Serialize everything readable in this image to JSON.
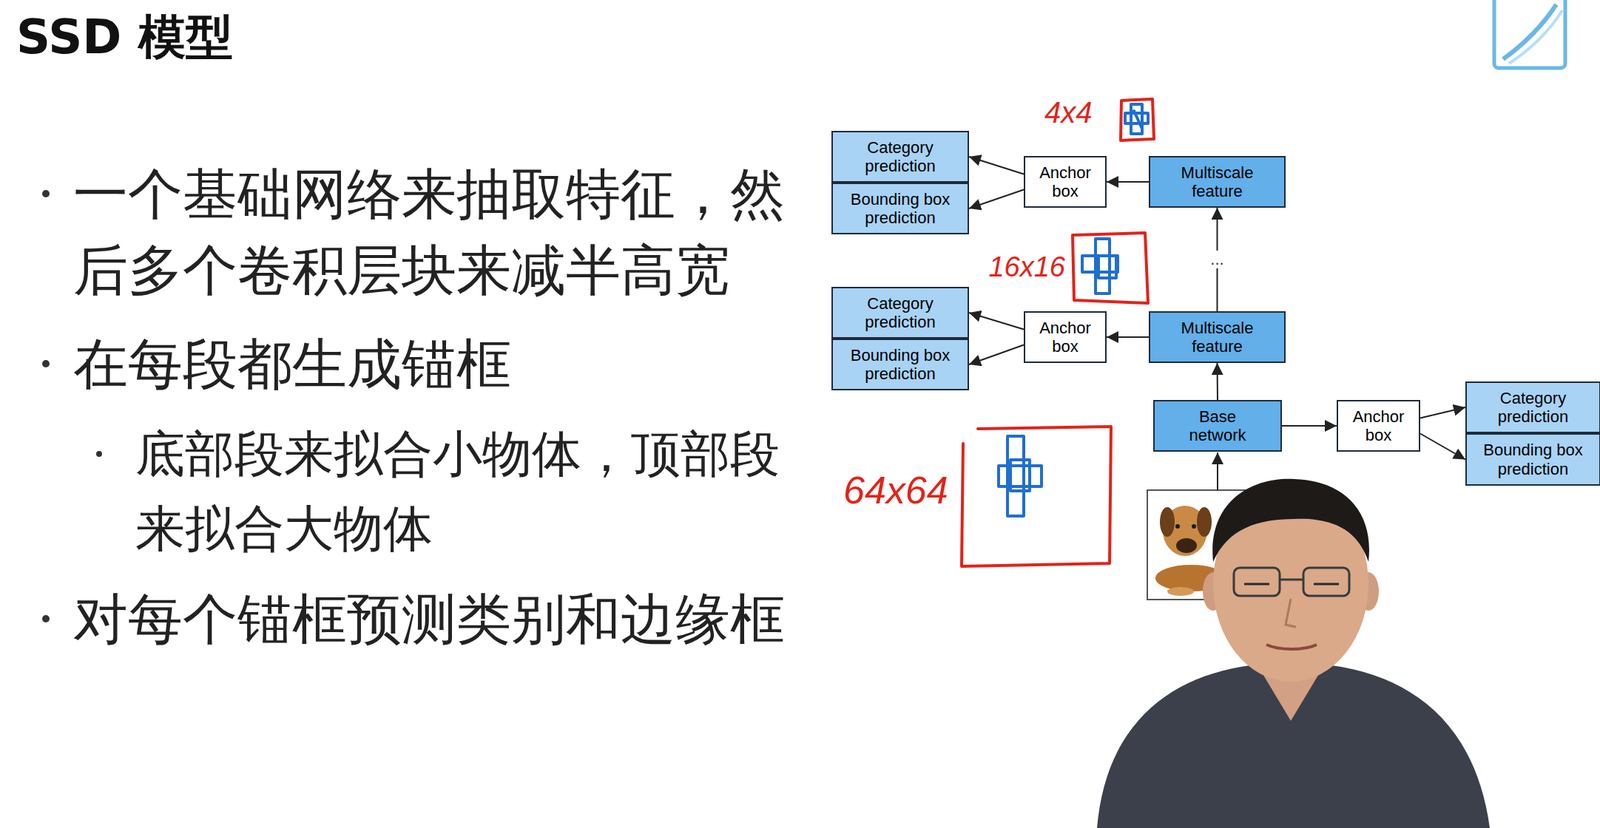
{
  "diagram": {
    "title": "SSD 模型",
    "nodes": [
      {
        "text": [
          "Category prediction"
        ]
      },
      {
        "text": [
          "Bounding box prediction"
        ]
      },
      {
        "text": [
          "Anchor box"
        ]
      },
      {
        "text": [
          "Multiscale feature"
        ]
      },
      {
        "text": [
          "Category prediction"
        ]
      },
      {
        "text": [
          "Bounding box prediction"
        ]
      },
      {
        "text": [
          "Anchor box"
        ]
      },
      {
        "text": [
          "Multiscale feature"
        ]
      },
      {
        "text": [
          "Base network"
        ]
      },
      {
        "text": [
          "Anchor box"
        ]
      },
      {
        "text": [
          "Category prediction"
        ]
      },
      {
        "text": [
          "Bounding box prediction"
        ]
      }
    ],
    "edges": [
      {
        "from": 3,
        "to": 2,
        "arrow": "to"
      },
      {
        "from": 2,
        "to": 0,
        "arrow": "to"
      },
      {
        "from": 2,
        "to": 1,
        "arrow": "to"
      },
      {
        "from": 7,
        "to": 6,
        "arrow": "to"
      },
      {
        "from": 6,
        "to": 4,
        "arrow": "to"
      },
      {
        "from": 6,
        "to": 5,
        "arrow": "to"
      },
      {
        "from": 7,
        "to": 3,
        "label": "...",
        "arrow": "to"
      },
      {
        "from": 8,
        "to": 7,
        "arrow": "to"
      },
      {
        "from": 8,
        "to": 9,
        "arrow": "to"
      },
      {
        "from": 9,
        "to": 10,
        "arrow": "to"
      },
      {
        "from": 9,
        "to": 11,
        "arrow": "to"
      }
    ],
    "labels": [
      "一个基础网络来抽取特征，然 后多个卷积层块来减半高宽",
      "在每段都生成锚框",
      "底部段来拟合小物体，顶部段 来拟合大物体",
      "对每个锚框预测类别和边缘框",
      "4x4",
      "16x16",
      "64x64"
    ]
  }
}
